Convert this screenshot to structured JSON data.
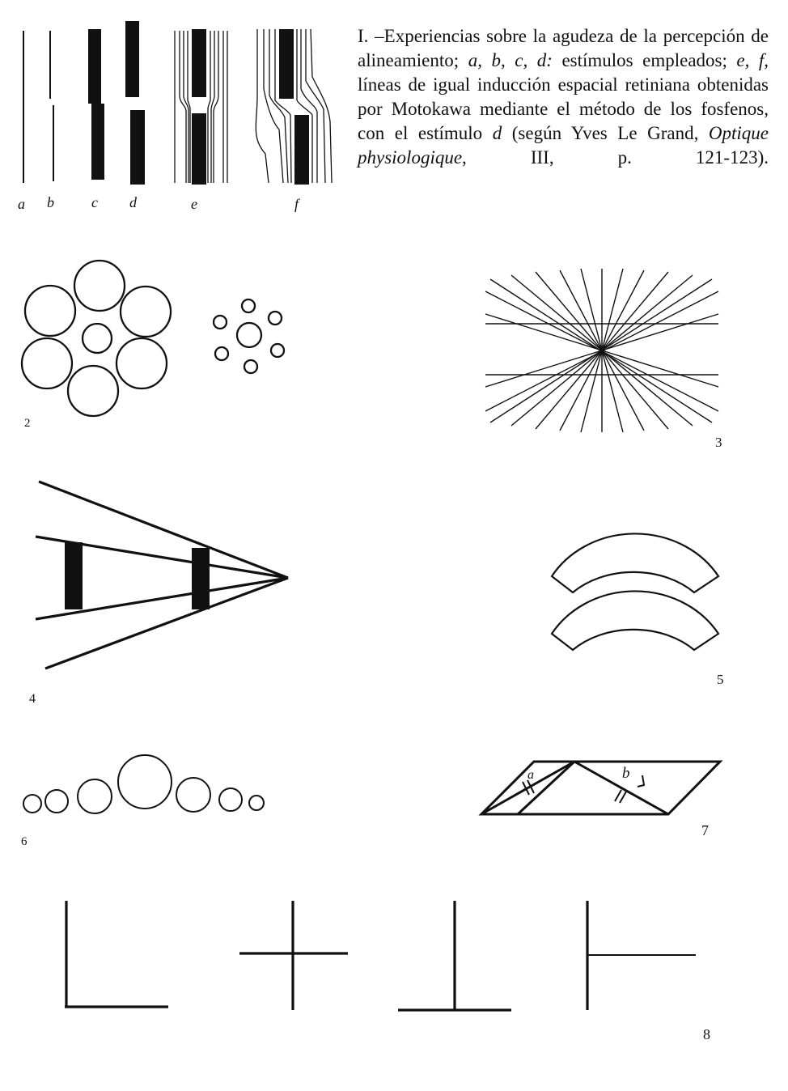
{
  "caption": {
    "number": "I.",
    "dash": "–",
    "part1": "Experiencias sobre la agudeza de la percepción de alineamiento;",
    "labels_abcd": "a, b, c, d:",
    "part2": "estímulos empleados;",
    "labels_ef": "e, f,",
    "part3": "líneas de igual inducción espacial retiniana obtenidas por Motokawa mediante el método de los fosfenos, con el estímulo",
    "label_d": "d",
    "part4": "(según Yves Le Grand,",
    "book": "Optique physiologique",
    "part5": ", III, p. 121-123)."
  },
  "figure1": {
    "sublabels": [
      "a",
      "b",
      "c",
      "d",
      "e",
      "f"
    ]
  },
  "figure_numbers": {
    "fig2": "2",
    "fig3": "3",
    "fig4": "4",
    "fig5": "5",
    "fig6": "6",
    "fig7": "7",
    "fig8": "8"
  },
  "figure7": {
    "label_a": "a",
    "label_b": "b"
  },
  "colors": {
    "ink": "#111111",
    "paper": "#ffffff"
  }
}
